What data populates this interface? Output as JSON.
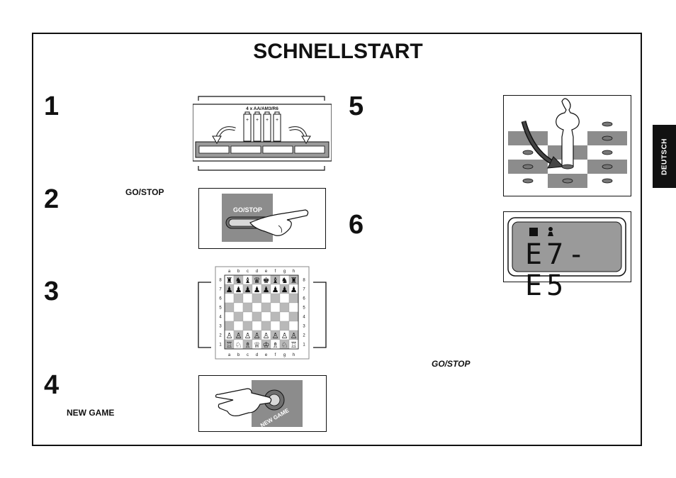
{
  "title": "SCHNELLSTART",
  "side_tab": "DEUTSCH",
  "steps": [
    {
      "num": "1",
      "battery_label": "4 x AA/AM3/R6"
    },
    {
      "num": "2",
      "key_label": "GO/STOP",
      "button_text": "GO/STOP"
    },
    {
      "num": "3",
      "files": [
        "a",
        "b",
        "c",
        "d",
        "e",
        "f",
        "g",
        "h"
      ],
      "ranks": [
        "8",
        "7",
        "6",
        "5",
        "4",
        "3",
        "2",
        "1"
      ]
    },
    {
      "num": "4",
      "key_label": "NEW GAME",
      "button_text": "NEW GAME"
    },
    {
      "num": "5"
    },
    {
      "num": "6",
      "display_text": "E7-E5",
      "note_label": "GO/STOP"
    }
  ]
}
